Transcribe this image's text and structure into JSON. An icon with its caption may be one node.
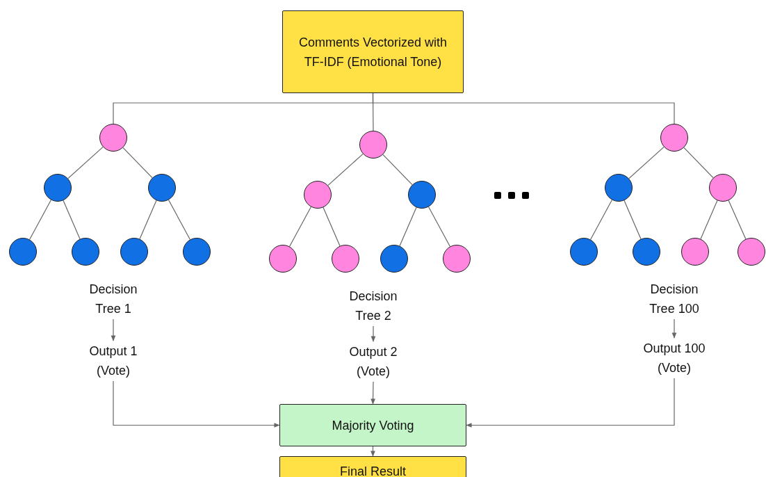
{
  "diagram": {
    "nodes": [
      {
        "text": [
          "Comments Vectorized with TF-IDF (Emotional Tone)"
        ]
      },
      {
        "text": [],
        "shape": "circle"
      },
      {
        "text": [],
        "shape": "circle"
      },
      {
        "text": [],
        "shape": "circle"
      },
      {
        "text": [],
        "shape": "circle"
      },
      {
        "text": [],
        "shape": "circle"
      },
      {
        "text": [],
        "shape": "circle"
      },
      {
        "text": [],
        "shape": "circle"
      },
      {
        "text": [],
        "shape": "circle"
      },
      {
        "text": [],
        "shape": "circle"
      },
      {
        "text": [],
        "shape": "circle"
      },
      {
        "text": [],
        "shape": "circle"
      },
      {
        "text": [],
        "shape": "circle"
      },
      {
        "text": [],
        "shape": "circle"
      },
      {
        "text": [],
        "shape": "circle"
      },
      {
        "text": [],
        "shape": "circle"
      },
      {
        "text": [],
        "shape": "circle"
      },
      {
        "text": [],
        "shape": "circle"
      },
      {
        "text": [],
        "shape": "circle"
      },
      {
        "text": [],
        "shape": "circle"
      },
      {
        "text": [],
        "shape": "circle"
      },
      {
        "text": [],
        "shape": "circle"
      },
      {
        "text": [
          "Decision Tree 1"
        ]
      },
      {
        "text": [
          "Decision Tree 2"
        ]
      },
      {
        "text": [
          "Decision Tree 100"
        ]
      },
      {
        "text": [
          "Output 1 (Vote)"
        ]
      },
      {
        "text": [
          "Output 2 (Vote)"
        ]
      },
      {
        "text": [
          "Output 100 (Vote)"
        ]
      },
      {
        "text": [
          "Majority Voting"
        ]
      },
      {
        "text": [
          "Final Result"
        ]
      }
    ],
    "edges": [
      {
        "from": 0,
        "to": 1,
        "arrow": "none"
      },
      {
        "from": 0,
        "to": 8,
        "arrow": "none"
      },
      {
        "from": 0,
        "to": 15,
        "arrow": "none"
      },
      {
        "from": 1,
        "to": 2,
        "arrow": "none"
      },
      {
        "from": 1,
        "to": 3,
        "arrow": "none"
      },
      {
        "from": 2,
        "to": 4,
        "arrow": "none"
      },
      {
        "from": 2,
        "to": 5,
        "arrow": "none"
      },
      {
        "from": 3,
        "to": 6,
        "arrow": "none"
      },
      {
        "from": 3,
        "to": 7,
        "arrow": "none"
      },
      {
        "from": 8,
        "to": 9,
        "arrow": "none"
      },
      {
        "from": 8,
        "to": 10,
        "arrow": "none"
      },
      {
        "from": 9,
        "to": 11,
        "arrow": "none"
      },
      {
        "from": 9,
        "to": 12,
        "arrow": "none"
      },
      {
        "from": 10,
        "to": 13,
        "arrow": "none"
      },
      {
        "from": 10,
        "to": 14,
        "arrow": "none"
      },
      {
        "from": 15,
        "to": 16,
        "arrow": "none"
      },
      {
        "from": 15,
        "to": 17,
        "arrow": "none"
      },
      {
        "from": 16,
        "to": 18,
        "arrow": "none"
      },
      {
        "from": 16,
        "to": 19,
        "arrow": "none"
      },
      {
        "from": 17,
        "to": 20,
        "arrow": "none"
      },
      {
        "from": 17,
        "to": 21,
        "arrow": "none"
      },
      {
        "from": 22,
        "to": 25,
        "arrow": "to"
      },
      {
        "from": 23,
        "to": 26,
        "arrow": "to"
      },
      {
        "from": 24,
        "to": 27,
        "arrow": "to"
      },
      {
        "from": 25,
        "to": 28,
        "arrow": "to"
      },
      {
        "from": 26,
        "to": 28,
        "arrow": "to"
      },
      {
        "from": 27,
        "to": 28,
        "arrow": "to"
      },
      {
        "from": 28,
        "to": 29,
        "arrow": "to"
      }
    ]
  }
}
